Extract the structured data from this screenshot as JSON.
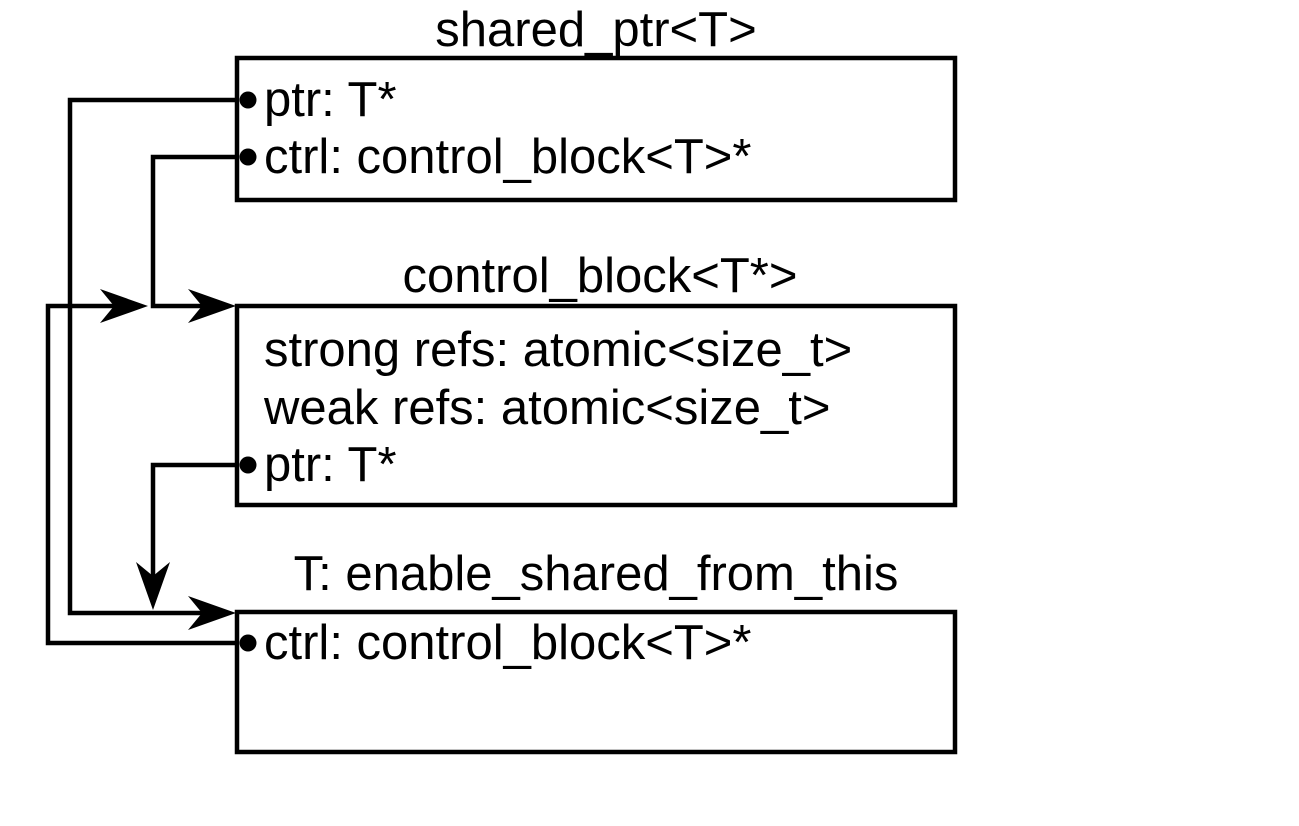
{
  "page": {
    "background_color": "#ffffff",
    "line_color": "#000000",
    "text_color": "#000000"
  },
  "diagram": {
    "kind": "pointer-structure-diagram",
    "nodes": [
      {
        "id": "shared_ptr",
        "title": "shared_ptr<T>",
        "rows": [
          {
            "label": "ptr: T*",
            "has_pointer_bullet": true
          },
          {
            "label": "ctrl: control_block<T>*",
            "has_pointer_bullet": true
          }
        ]
      },
      {
        "id": "control_block",
        "title": "control_block<T*>",
        "rows": [
          {
            "label": "strong refs: atomic<size_t>",
            "has_pointer_bullet": false
          },
          {
            "label": "weak refs: atomic<size_t>",
            "has_pointer_bullet": false
          },
          {
            "label": "ptr: T*",
            "has_pointer_bullet": true
          }
        ]
      },
      {
        "id": "T_object",
        "title": "T: enable_shared_from_this",
        "rows": [
          {
            "label": "ctrl: control_block<T>*",
            "has_pointer_bullet": true
          }
        ]
      }
    ],
    "edges": [
      {
        "from": "shared_ptr.ptr",
        "to": "T_object"
      },
      {
        "from": "shared_ptr.ctrl",
        "to": "control_block"
      },
      {
        "from": "control_block.ptr",
        "to": "T_object"
      },
      {
        "from": "T_object.ctrl",
        "to": "control_block"
      }
    ]
  }
}
